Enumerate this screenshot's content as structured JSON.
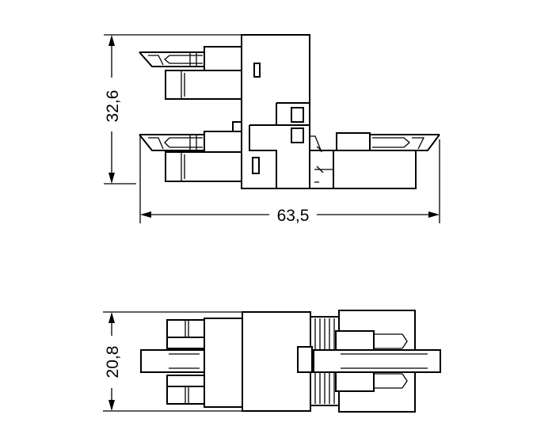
{
  "dimensions": {
    "top_height": "32,6",
    "top_width": "63,5",
    "bottom_height": "20,8"
  },
  "colors": {
    "line": "#000000",
    "background": "#ffffff"
  }
}
